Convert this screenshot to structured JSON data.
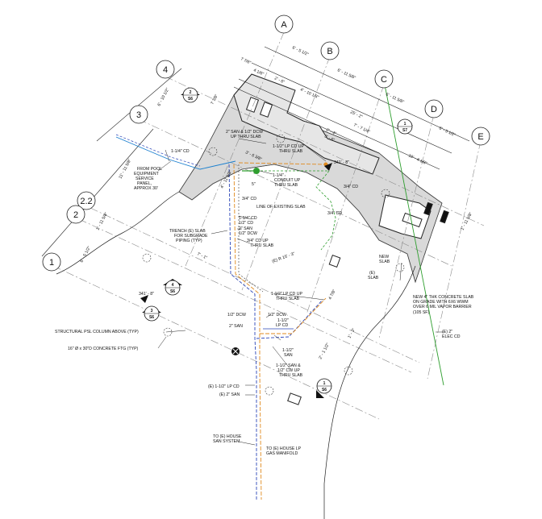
{
  "grid_bubbles": {
    "A": "A",
    "B": "B",
    "C": "C",
    "D": "D",
    "E": "E",
    "g1": "1",
    "g2": "2",
    "g22": "2.2",
    "g3": "3",
    "g4": "4"
  },
  "dims": {
    "d1": "6' - 5 1/2\"",
    "d2": "6' - 11 5/8\"",
    "d3": "6' - 11 5/8\"",
    "d4": "6' - 5 1/2\"",
    "d5": "25' - 2\"",
    "d6": "7 7/8\"",
    "d7": "4 1/8\"",
    "d8": "2' - 6\"",
    "d9": "4' - 10 1/8\"",
    "d10": "7' - 7 1/4\"",
    "d11": "10' - 4 1/8\"",
    "d12": "11' - 11 5/8\"",
    "d13": "6' - 5 1/2\"",
    "d14": "6' - 10 1/2\"",
    "d15": "1' - 11 5/8\"",
    "d16": "7 7/8\"",
    "d17": "1' - 11 5/8\"",
    "d18": "3' - 6\"",
    "d19": "2' - 4\"",
    "d20": "3' - 6 3/8\"",
    "d21": "7' - 1\"",
    "d22": "5\"",
    "d23": "4' - 11 3/8\"",
    "d24": "4 7/8\"",
    "d25": "2' - 1 1/2\"",
    "d26": "1' - 3\""
  },
  "sections": {
    "s1": {
      "num": "2",
      "sheet": "S6"
    },
    "s2": {
      "num": "1",
      "sheet": "S7"
    },
    "s3": {
      "num": "4",
      "sheet": "S6"
    },
    "s4": {
      "num": "3",
      "sheet": "S6"
    },
    "s5": {
      "num": "1",
      "sheet": "S6"
    }
  },
  "notes": {
    "n1": "1-1/4\" CD",
    "n2": "FROM POOL",
    "n3": "EQUIPMENT",
    "n4": "SERVICE",
    "n5": "PANEL,",
    "n6": "APPROX 30'",
    "n7": "2\" SAN & 1/2\" DCW",
    "n8": "UP THRU SLAB",
    "n9": "1-1/2\" LP CD UP",
    "n10": "THRU SLAB",
    "n11": "1-1/4\"",
    "n12": "CONDUIT UP",
    "n13": "THRU SLAB",
    "n14": "3/4\" CD",
    "n15": "3/4\" CD",
    "n16": "LINE OF EXISTING SLAB",
    "n17": "3/4\" CD",
    "n18": "1-1/4\" CD",
    "n19": "1/2\" CD",
    "n20": "2\" SAN",
    "n21": "1/2\" DCW",
    "n22": "3/4\" CD UP",
    "n23": "THRU SLAB",
    "n24": "TRENCH (E) SLAB",
    "n25": "FOR SUBGRADE",
    "n26": "PIPING (TYP)",
    "n27": "(E) R 15' - 3\"",
    "n28": "NEW",
    "n29": "SLAB",
    "n30": "(E)",
    "n31": "SLAB",
    "n32": "1-1/2\" LP CD UP",
    "n33": "THRU SLAB",
    "n34": "1/2\" DCW",
    "n35": "1/2\" DCW",
    "n36": "1-1/2\"",
    "n37": "LP CD",
    "n38": "2\" SAN",
    "n39": "1-1/2\"",
    "n40": "SAN",
    "n41": "1-1/2\" SAN &",
    "n42": "1/2\" CW UP",
    "n43": "THRU SLAB",
    "n44": "(E) 1-1/2\" LP CD",
    "n45": "(E) 2\" SAN",
    "n46": "TO (E) HOUSE",
    "n47": "SAN SYSTEM",
    "n48": "TO (E) HOUSE LP",
    "n49": "GAS MANIFOLD",
    "n50": "STRUCTURAL PSL COLUMN ABOVE (TYP)",
    "n51": "16\" Ø x 30\"D CONCRETE FTG (TYP)",
    "n52": "NEW 4\" THK CONCRETE SLAB",
    "n53": "ON GRADE WITH 6X6 WWM",
    "n54": "OVER 6 MIL VAPOR BARRIER",
    "n55": "(105 SF)",
    "n56": "(E) 2\"",
    "n57": "ELEC CD",
    "n58": "341' - 8\"",
    "n59": "341' - 8\""
  },
  "colors": {
    "slab_fill": "#d9d9d9",
    "line": "#222222",
    "grid_line": "#9a9a9a",
    "san": "#2a45b8",
    "gas": "#e08a1e",
    "elec": "#2e9e2e",
    "water": "#1a7fcf"
  }
}
